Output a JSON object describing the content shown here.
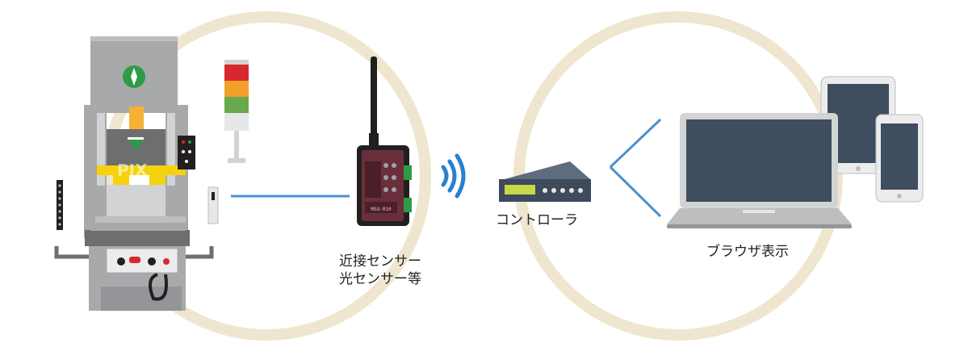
{
  "labels": {
    "sensor_line1": "近接センサー",
    "sensor_line2": "光センサー等",
    "controller": "コントローラ",
    "browser": "ブラウザ表示"
  },
  "colors": {
    "ring": "#efe6cf",
    "link_line": "#4a90d0",
    "machine_gray": "#a7a9ab",
    "machine_dark": "#6d6e70",
    "accent_yellow": "#f5d20b",
    "device_dark": "#3d4b5c",
    "screen": "#3f4e5e"
  },
  "icons": {
    "machine": "press-machine-icon",
    "stack_light": "signal-tower-icon",
    "sensor": "wireless-sensor-icon",
    "wireless": "wireless-signal-icon",
    "controller": "controller-device-icon",
    "laptop": "laptop-icon",
    "tablet": "tablet-icon",
    "phone": "smartphone-icon"
  },
  "machine_watermark": "PIX",
  "sensor_device_text": "MSU-010"
}
